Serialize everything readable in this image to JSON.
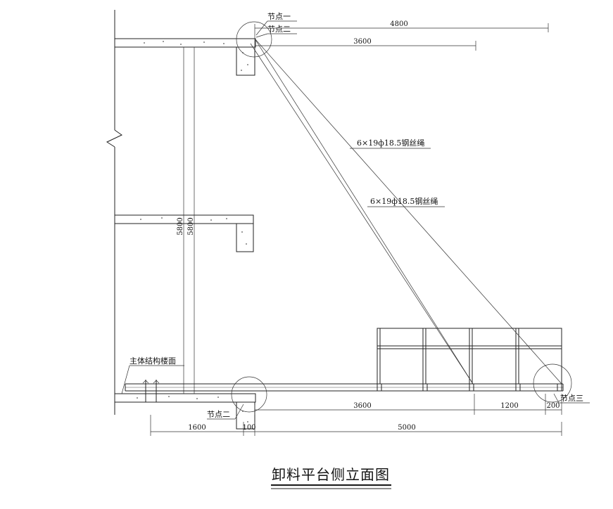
{
  "drawing": {
    "title": "卸料平台侧立面图",
    "labels": {
      "node1_a": "节点一",
      "node1_b": "节点二",
      "node_bottom": "节点二",
      "node3": "节点三",
      "floor": "主体结构楼面",
      "rope1": "6×19ф18.5钢丝绳",
      "rope2": "6×19ф18.5钢丝绳"
    },
    "dimensions": {
      "top_long": "4800",
      "top_short": "3600",
      "height_a": "5800",
      "height_b": "5800",
      "bottom_3600": "3600",
      "bottom_1200": "1200",
      "bottom_200": "200",
      "base_1600": "1600",
      "base_100": "100",
      "base_5000": "5000"
    }
  }
}
